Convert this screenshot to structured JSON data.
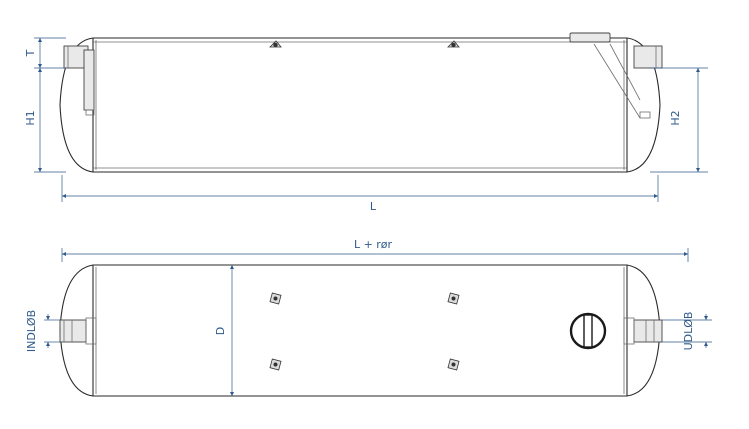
{
  "labels": {
    "T": "T",
    "H1": "H1",
    "H2": "H2",
    "L": "L",
    "L_plus_pipe": "L + rør",
    "D": "D",
    "inlet": "INDLØB",
    "outlet": "UDLØB"
  },
  "colors": {
    "dimension": "#2f5a8a",
    "outline": "#2a2a2a"
  }
}
